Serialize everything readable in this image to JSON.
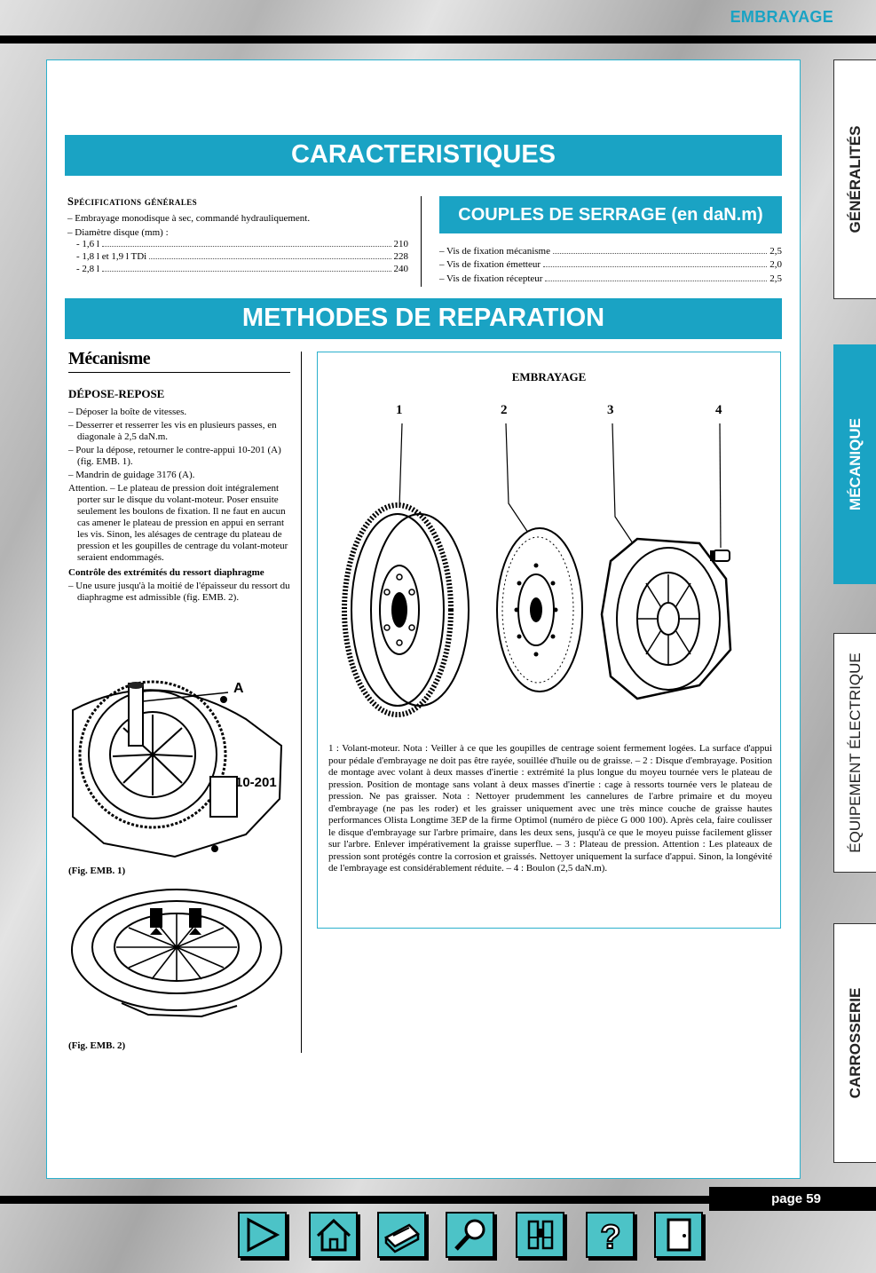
{
  "header": {
    "section_title": "EMBRAYAGE"
  },
  "bands": {
    "caracteristiques": "CARACTERISTIQUES",
    "couples": "COUPLES DE SERRAGE (en daN.m)",
    "methodes": "METHODES DE REPARATION"
  },
  "specs": {
    "title": "Spécifications générales",
    "line1": "– Embrayage monodisque à sec, commandé hydrauliquement.",
    "line2": "– Diamètre disque (mm) :",
    "items": [
      {
        "label": "- 1,6 l",
        "value": "210"
      },
      {
        "label": "- 1,8 l et 1,9 l TDi",
        "value": "228"
      },
      {
        "label": "- 2,8 l",
        "value": "240"
      }
    ]
  },
  "torques": [
    {
      "label": "– Vis de fixation mécanisme",
      "value": "2,5"
    },
    {
      "label": "– Vis de fixation émetteur",
      "value": "2,0"
    },
    {
      "label": "– Vis de fixation récepteur",
      "value": "2,5"
    }
  ],
  "mecanisme": {
    "heading": "Mécanisme",
    "subheading": "DÉPOSE-REPOSE",
    "steps": [
      "– Déposer la boîte de vitesses.",
      "– Desserrer et resserrer les vis en plusieurs passes, en diagonale à 2,5 daN.m.",
      "– Pour la dépose, retourner le contre-appui 10-201 (A) (fig. EMB. 1).",
      "– Mandrin de guidage 3176 (A)."
    ],
    "attention": "Attention. – Le plateau de pression doit intégralement porter sur le disque du volant-moteur. Poser ensuite seulement les boulons de fixation. Il ne faut en aucun cas amener le plateau de pression en appui en serrant les vis. Sinon, les alésages de centrage du plateau de pression et les goupilles de centrage du volant-moteur seraient endommagés.",
    "control_title": "Contrôle des extrémités du ressort diaphragme",
    "control_text": "– Une usure jusqu'à la moitié de l'épaisseur du ressort du diaphragme est admissible (fig. EMB. 2).",
    "fig1_caption": "(Fig. EMB. 1)",
    "fig2_caption": "(Fig. EMB. 2)",
    "fig1_label_a": "A",
    "fig1_label_tool": "10-201"
  },
  "diagram": {
    "title": "EMBRAYAGE",
    "numbers": [
      "1",
      "2",
      "3",
      "4"
    ],
    "caption": "1 : Volant-moteur. Nota : Veiller à ce que les goupilles de centrage soient fermement logées. La surface d'appui pour pédale d'embrayage ne doit pas être rayée, souillée d'huile ou de graisse. – 2 : Disque d'embrayage. Position de montage avec volant à deux masses d'inertie : extrémité la plus longue du moyeu tournée vers le plateau de pression. Position de montage sans volant à deux masses d'inertie : cage à ressorts tournée vers le plateau de pression. Ne pas graisser. Nota : Nettoyer prudemment les cannelures de l'arbre primaire et du moyeu d'embrayage (ne pas les roder) et les graisser uniquement avec une très mince couche de graisse hautes performances Olista Longtime 3EP de la firme Optimol (numéro de pièce G 000 100). Après cela, faire coulisser le disque d'embrayage sur l'arbre primaire, dans les deux sens, jusqu'à ce que le moyeu puisse facilement glisser sur l'arbre. Enlever impérativement la graisse superflue. – 3 : Plateau de pression. Attention : Les plateaux de pression sont protégés contre la corrosion et graissés. Nettoyer uniquement la surface d'appui. Sinon, la longévité de l'embrayage est considérablement réduite. – 4 : Boulon (2,5 daN.m)."
  },
  "tabs": [
    "GÉNÉRALITÉS",
    "MÉCANIQUE",
    "ÉQUIPEMENT ÉLECTRIQUE",
    "CARROSSERIE"
  ],
  "footer": {
    "page_label": "page 59"
  },
  "nav_icons": [
    "play-icon",
    "home-icon",
    "print-icon",
    "search-icon",
    "binoculars-icon",
    "help-icon",
    "exit-icon"
  ],
  "colors": {
    "accent": "#1aa3c4",
    "nav_button": "#4cc3c7"
  }
}
